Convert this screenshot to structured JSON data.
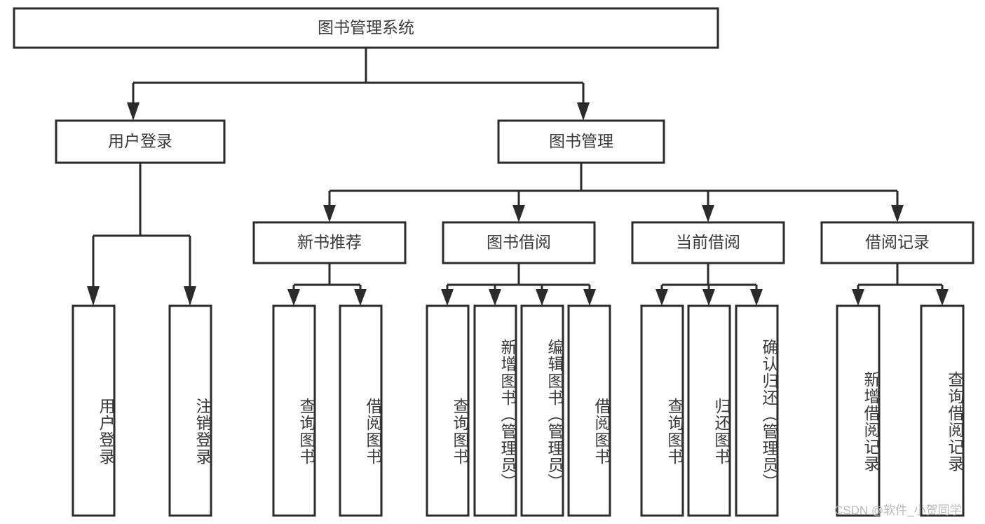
{
  "diagram": {
    "type": "hierarchy-tree",
    "title": "图书管理系统",
    "root": {
      "label": "图书管理系统",
      "level": 1
    },
    "level2": [
      {
        "label": "用户登录"
      },
      {
        "label": "图书管理"
      }
    ],
    "level3": [
      {
        "label": "新书推荐",
        "parent": "图书管理"
      },
      {
        "label": "图书借阅",
        "parent": "图书管理"
      },
      {
        "label": "当前借阅",
        "parent": "图书管理"
      },
      {
        "label": "借阅记录",
        "parent": "图书管理"
      }
    ],
    "leaves": {
      "user_login": [
        {
          "label": "用户登录"
        },
        {
          "label": "注销登录"
        }
      ],
      "new_book_recommend": [
        {
          "label": "查询图书"
        },
        {
          "label": "借阅图书"
        }
      ],
      "book_borrow": [
        {
          "label": "查询图书"
        },
        {
          "label": "新增图书（管理员）"
        },
        {
          "label": "编辑图书（管理员）"
        },
        {
          "label": "借阅图书"
        }
      ],
      "current_borrow": [
        {
          "label": "查询图书"
        },
        {
          "label": "归还图书"
        },
        {
          "label": "确认归还（管理员）"
        }
      ],
      "borrow_record": [
        {
          "label": "新增借阅记录"
        },
        {
          "label": "查询借阅记录"
        }
      ]
    }
  },
  "watermark": {
    "text": "CSDN @软件_小贺同学"
  },
  "colors": {
    "stroke": "#2b2b2b",
    "text": "#3a3a3a",
    "background": "#ffffff",
    "watermark": "#b9b9b9"
  }
}
